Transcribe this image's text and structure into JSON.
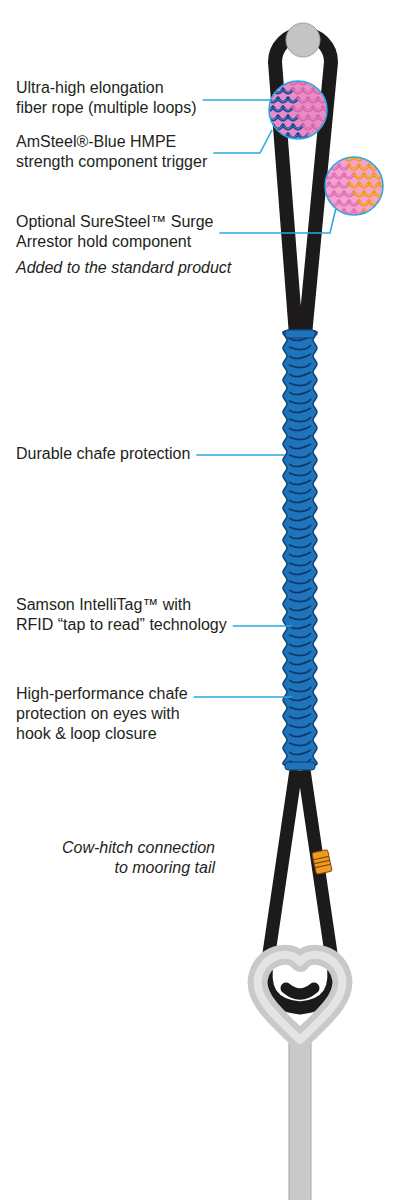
{
  "diagram": {
    "labels": [
      "Ultra-high elongation fiber rope (multiple loops)",
      "AmSteel®-Blue HMPE strength component trigger",
      "Optional SureSteel™ Surge Arrestor hold component",
      "Added to the standard product",
      "Durable chafe protection",
      "Samson IntelliTag™ with RFID “tap to read” technology",
      "High-performance chafe protection on eyes with hook & loop closure",
      "Cow-hitch connection to mooring tail"
    ]
  }
}
